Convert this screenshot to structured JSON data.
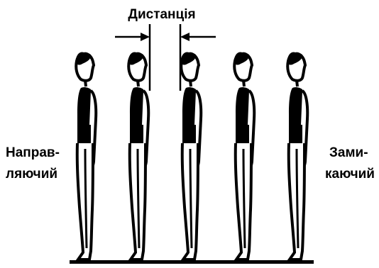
{
  "distance_label": "Дистанція",
  "left_label": {
    "line1": "Направ-",
    "line2": "ляючий"
  },
  "right_label": {
    "line1": "Зами-",
    "line2": "каючий"
  },
  "figure_count": 5,
  "colors": {
    "ink": "#000000",
    "background": "#ffffff"
  }
}
